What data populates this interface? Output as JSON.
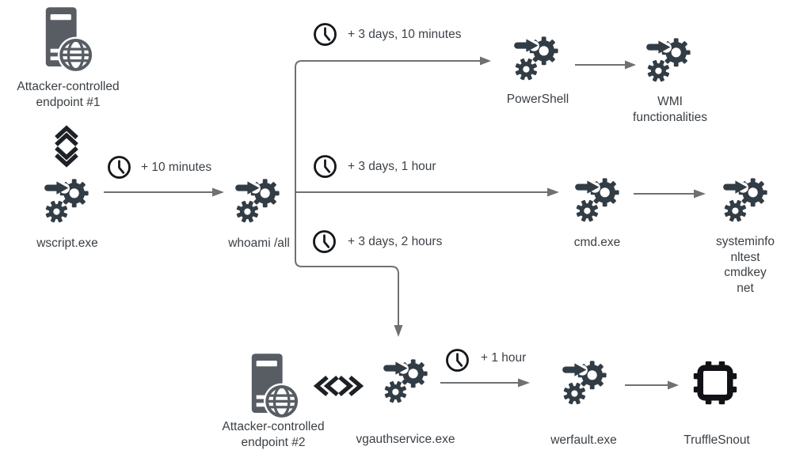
{
  "nodes": {
    "endpoint1": {
      "label": "Attacker-controlled\nendpoint #1"
    },
    "wscript": {
      "label": "wscript.exe"
    },
    "whoami": {
      "label": "whoami /all"
    },
    "powershell": {
      "label": "PowerShell"
    },
    "wmi": {
      "label": "WMI\nfunctionalities"
    },
    "cmd": {
      "label": "cmd.exe"
    },
    "systeminfo": {
      "label": "systeminfo\nnltest\ncmdkey\nnet"
    },
    "endpoint2": {
      "label": "Attacker-controlled\nendpoint #2"
    },
    "vgauth": {
      "label": "vgauthservice.exe"
    },
    "werfault": {
      "label": "werfault.exe"
    },
    "trufflesnout": {
      "label": "TruffleSnout"
    }
  },
  "delays": {
    "ten_minutes": "+ 10 minutes",
    "three_days_ten_minutes": "+ 3 days, 10 minutes",
    "three_days_one_hour": "+ 3 days, 1 hour",
    "three_days_two_hours": "+ 3 days, 2 hours",
    "one_hour": "+ 1 hour"
  },
  "icons": {
    "endpoint": "server-globe-icon",
    "process": "process-gears-icon",
    "delay": "clock-icon",
    "tool": "chip-icon",
    "transfer_vertical": "updown-double-chevrons-icon",
    "transfer_horizontal": "leftright-double-chevrons-icon"
  },
  "colors": {
    "background": "#ffffff",
    "gear_dark": "#323c45",
    "server_gray": "#575d63",
    "clock_black": "#15181b",
    "chip_black": "#101215",
    "chevron_dark": "#1d2126",
    "connector": "#6e7174",
    "label_text": "#3b4045"
  }
}
